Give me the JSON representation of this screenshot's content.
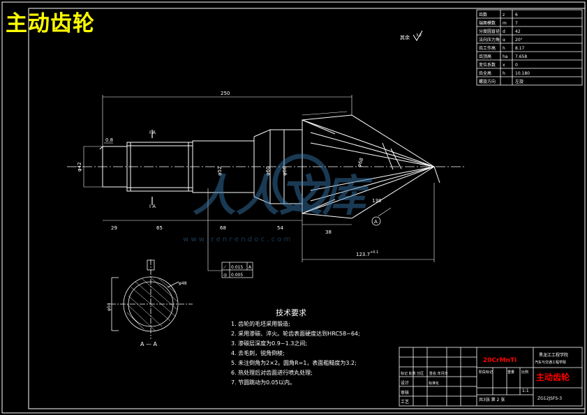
{
  "title": "主动齿轮",
  "surface_finish_note": "其余",
  "params": [
    [
      "齿数",
      "z",
      "6"
    ],
    [
      "端面模数",
      "m",
      "7"
    ],
    [
      "分度圆直径",
      "d",
      "42"
    ],
    [
      "法向压力角",
      "α",
      "20°"
    ],
    [
      "齿工作高",
      "h",
      "8.17"
    ],
    [
      "齿顶高",
      "ha",
      "7.658"
    ],
    [
      "变位系数",
      "x",
      "0"
    ],
    [
      "齿全高",
      "h",
      "10.180"
    ],
    [
      "螺旋方向",
      "",
      "左旋"
    ]
  ],
  "dimensions": {
    "overall_length": "250",
    "seg_29": "29",
    "seg_65": "65",
    "seg_68": "68",
    "seg_54": "54",
    "seg_38": "38",
    "d_phi42": "φ42",
    "d_phi48": "φ48",
    "d_phi52": "φ52",
    "d_phi60": "φ60",
    "d_phi66": "φ66",
    "d_phi68": "φ68",
    "chamfer": "0.8",
    "cone_len": "123.7",
    "cone_tol": "+0.1",
    "cone_angle": "138",
    "section_mark": "Ⅰ A",
    "datum": "A",
    "section_title": "A — A",
    "section_d_outer": "φ48",
    "section_d_inner": "φ54"
  },
  "tolerance_frame": {
    "row1_symbol": "⟋",
    "row1_value": "0.015",
    "row1_datum": "A",
    "row2_symbol": "◎",
    "row2_value": "0.005"
  },
  "tech_requirements": {
    "heading": "技术要求",
    "items": [
      "1. 齿轮的毛坯采用锻造;",
      "2. 采用渗碳、淬火。轮齿表面硬度达到HRC58~64;",
      "3. 渗碳层深度为0.9~1.3之间;",
      "4. 去毛刺，锐角倒棱;",
      "5. 未注倒角为2×2。圆角R=1，表面粗糙度为3.2;",
      "6. 热处理后对齿面进行喷丸处理;",
      "7. 节圆跳动为0.05以内。"
    ]
  },
  "title_block": {
    "material": "20CrMnTi",
    "school": "黑龙江工程学院",
    "dept": "汽车与交通工程学院",
    "part_name": "主动齿轮",
    "label_marks": "标记 处数 分区",
    "label_sign": "签名 年月日",
    "label_design": "设计",
    "label_review": "审核",
    "label_craft": "工艺",
    "label_std": "标准化",
    "label_stage": "阶段标记",
    "label_weight": "重量",
    "label_scale": "比例",
    "scale": "1:1",
    "sheets": "共3张   第 2 张",
    "drawing_no": "ZG12JSFS-3"
  },
  "watermark": {
    "text": "人人文库",
    "url": "w w w . r e n r e n d o c . c o m"
  },
  "colors": {
    "background": "#000000",
    "line": "#ffffff",
    "title": "#ffff00",
    "material": "#ff0000",
    "watermark": "#3a7fb8"
  }
}
